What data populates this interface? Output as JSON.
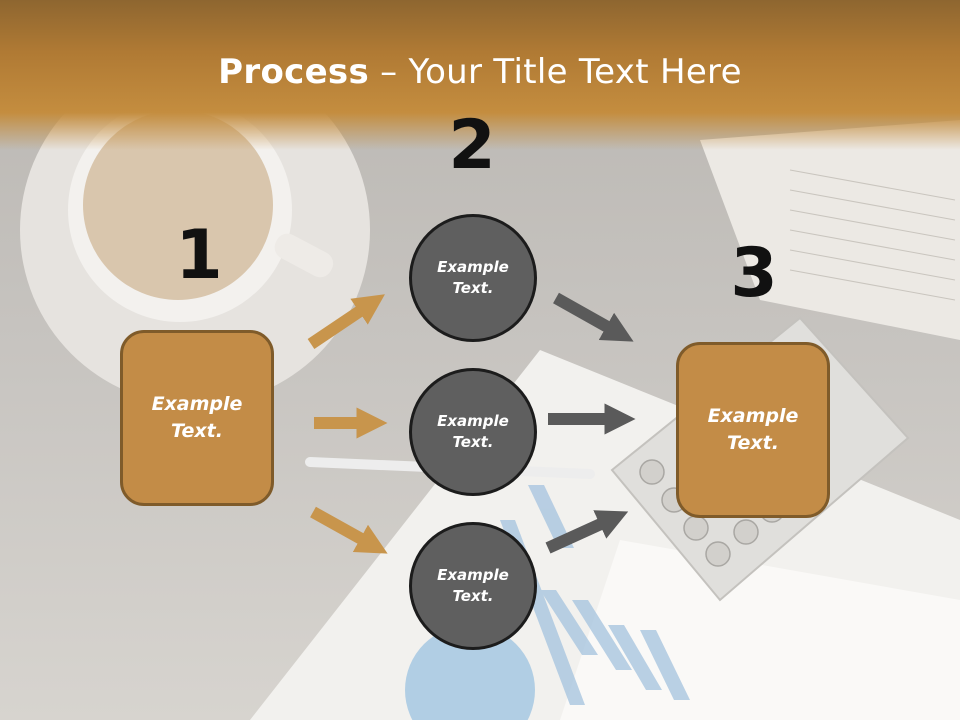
{
  "title": {
    "bold": "Process",
    "rest": " – Your Title Text Here"
  },
  "steps": [
    {
      "number": "1",
      "boxes": [
        {
          "text": "Example\nText."
        }
      ]
    },
    {
      "number": "2",
      "boxes": [
        {
          "text": "Example\nText."
        },
        {
          "text": "Example\nText."
        },
        {
          "text": "Example\nText."
        }
      ]
    },
    {
      "number": "3",
      "boxes": [
        {
          "text": "Example\nText."
        }
      ]
    }
  ],
  "colors": {
    "header": "#c48d3f",
    "box_fill": "#c38c47",
    "box_border": "#7f5b2a",
    "circle_fill": "#5f5f5f",
    "circle_border": "#1c1c1c",
    "orange_arrow": "#c8954c",
    "gray_arrow": "#5a5a5a"
  }
}
